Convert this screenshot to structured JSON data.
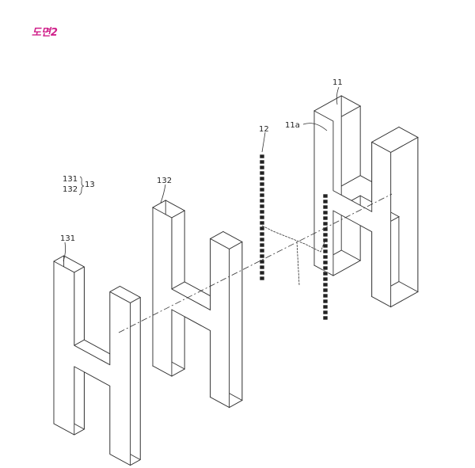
{
  "figure_title": "도면2",
  "labels": {
    "l11": "11",
    "l11a": "11a",
    "l12": "12",
    "l132": "132",
    "l131": "131",
    "legend_131": "131",
    "legend_132": "132",
    "legend_13": "13"
  }
}
